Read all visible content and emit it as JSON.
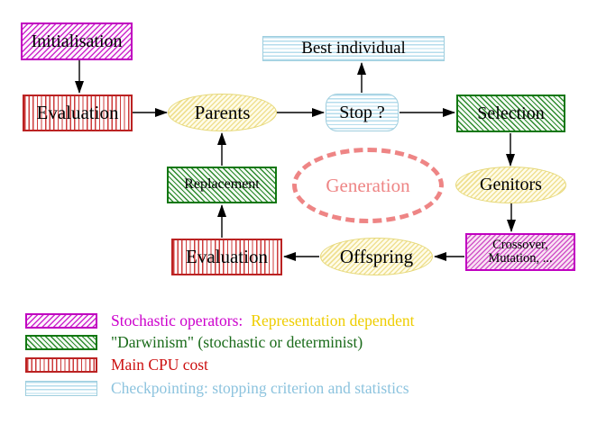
{
  "diagram": {
    "nodes": {
      "initialisation": {
        "label": "Initialisation",
        "style": "magenta-hatch"
      },
      "evaluation_top": {
        "label": "Evaluation",
        "style": "red-stripes"
      },
      "parents": {
        "label": "Parents",
        "style": "yellow-ellipse"
      },
      "best_individual": {
        "label": "Best individual",
        "style": "cyan-stripes"
      },
      "stop": {
        "label": "Stop ?",
        "style": "cyan-stripes"
      },
      "selection": {
        "label": "Selection",
        "style": "green-hatch"
      },
      "replacement": {
        "label": "Replacement",
        "style": "green-hatch"
      },
      "generation": {
        "label": "Generation",
        "style": "salmon-dashed-ellipse"
      },
      "genitors": {
        "label": "Genitors",
        "style": "yellow-ellipse"
      },
      "crossover": {
        "label_line1": "Crossover,",
        "label_line2": "Mutation, ...",
        "style": "magenta-hatch"
      },
      "evaluation_bottom": {
        "label": "Evaluation",
        "style": "red-stripes"
      },
      "offspring": {
        "label": "Offspring",
        "style": "yellow-ellipse"
      }
    },
    "edges": [
      {
        "from": "initialisation",
        "to": "evaluation_top"
      },
      {
        "from": "evaluation_top",
        "to": "parents"
      },
      {
        "from": "parents",
        "to": "stop"
      },
      {
        "from": "stop",
        "to": "best_individual"
      },
      {
        "from": "stop",
        "to": "selection"
      },
      {
        "from": "selection",
        "to": "genitors"
      },
      {
        "from": "genitors",
        "to": "crossover"
      },
      {
        "from": "crossover",
        "to": "offspring"
      },
      {
        "from": "offspring",
        "to": "evaluation_bottom"
      },
      {
        "from": "evaluation_bottom",
        "to": "replacement"
      },
      {
        "from": "replacement",
        "to": "parents"
      }
    ]
  },
  "legend": {
    "items": [
      {
        "swatch": "magenta-hatch",
        "text_primary": "Stochastic operators:",
        "text_secondary": "Representation dependent"
      },
      {
        "swatch": "green-hatch",
        "text_primary": "\"Darwinism\" (stochastic or determinist)"
      },
      {
        "swatch": "red-stripes",
        "text_primary": "Main CPU cost"
      },
      {
        "swatch": "cyan-stripes",
        "text_primary": "Checkpointing: stopping criterion and statistics"
      }
    ]
  },
  "colors": {
    "magenta": "#cc00cc",
    "green": "#117711",
    "red": "#cc1111",
    "cyan_text": "#8cc3de",
    "gold_text": "#eecd00",
    "salmon": "#ee8585",
    "yellow_fill": "#fffce9"
  }
}
